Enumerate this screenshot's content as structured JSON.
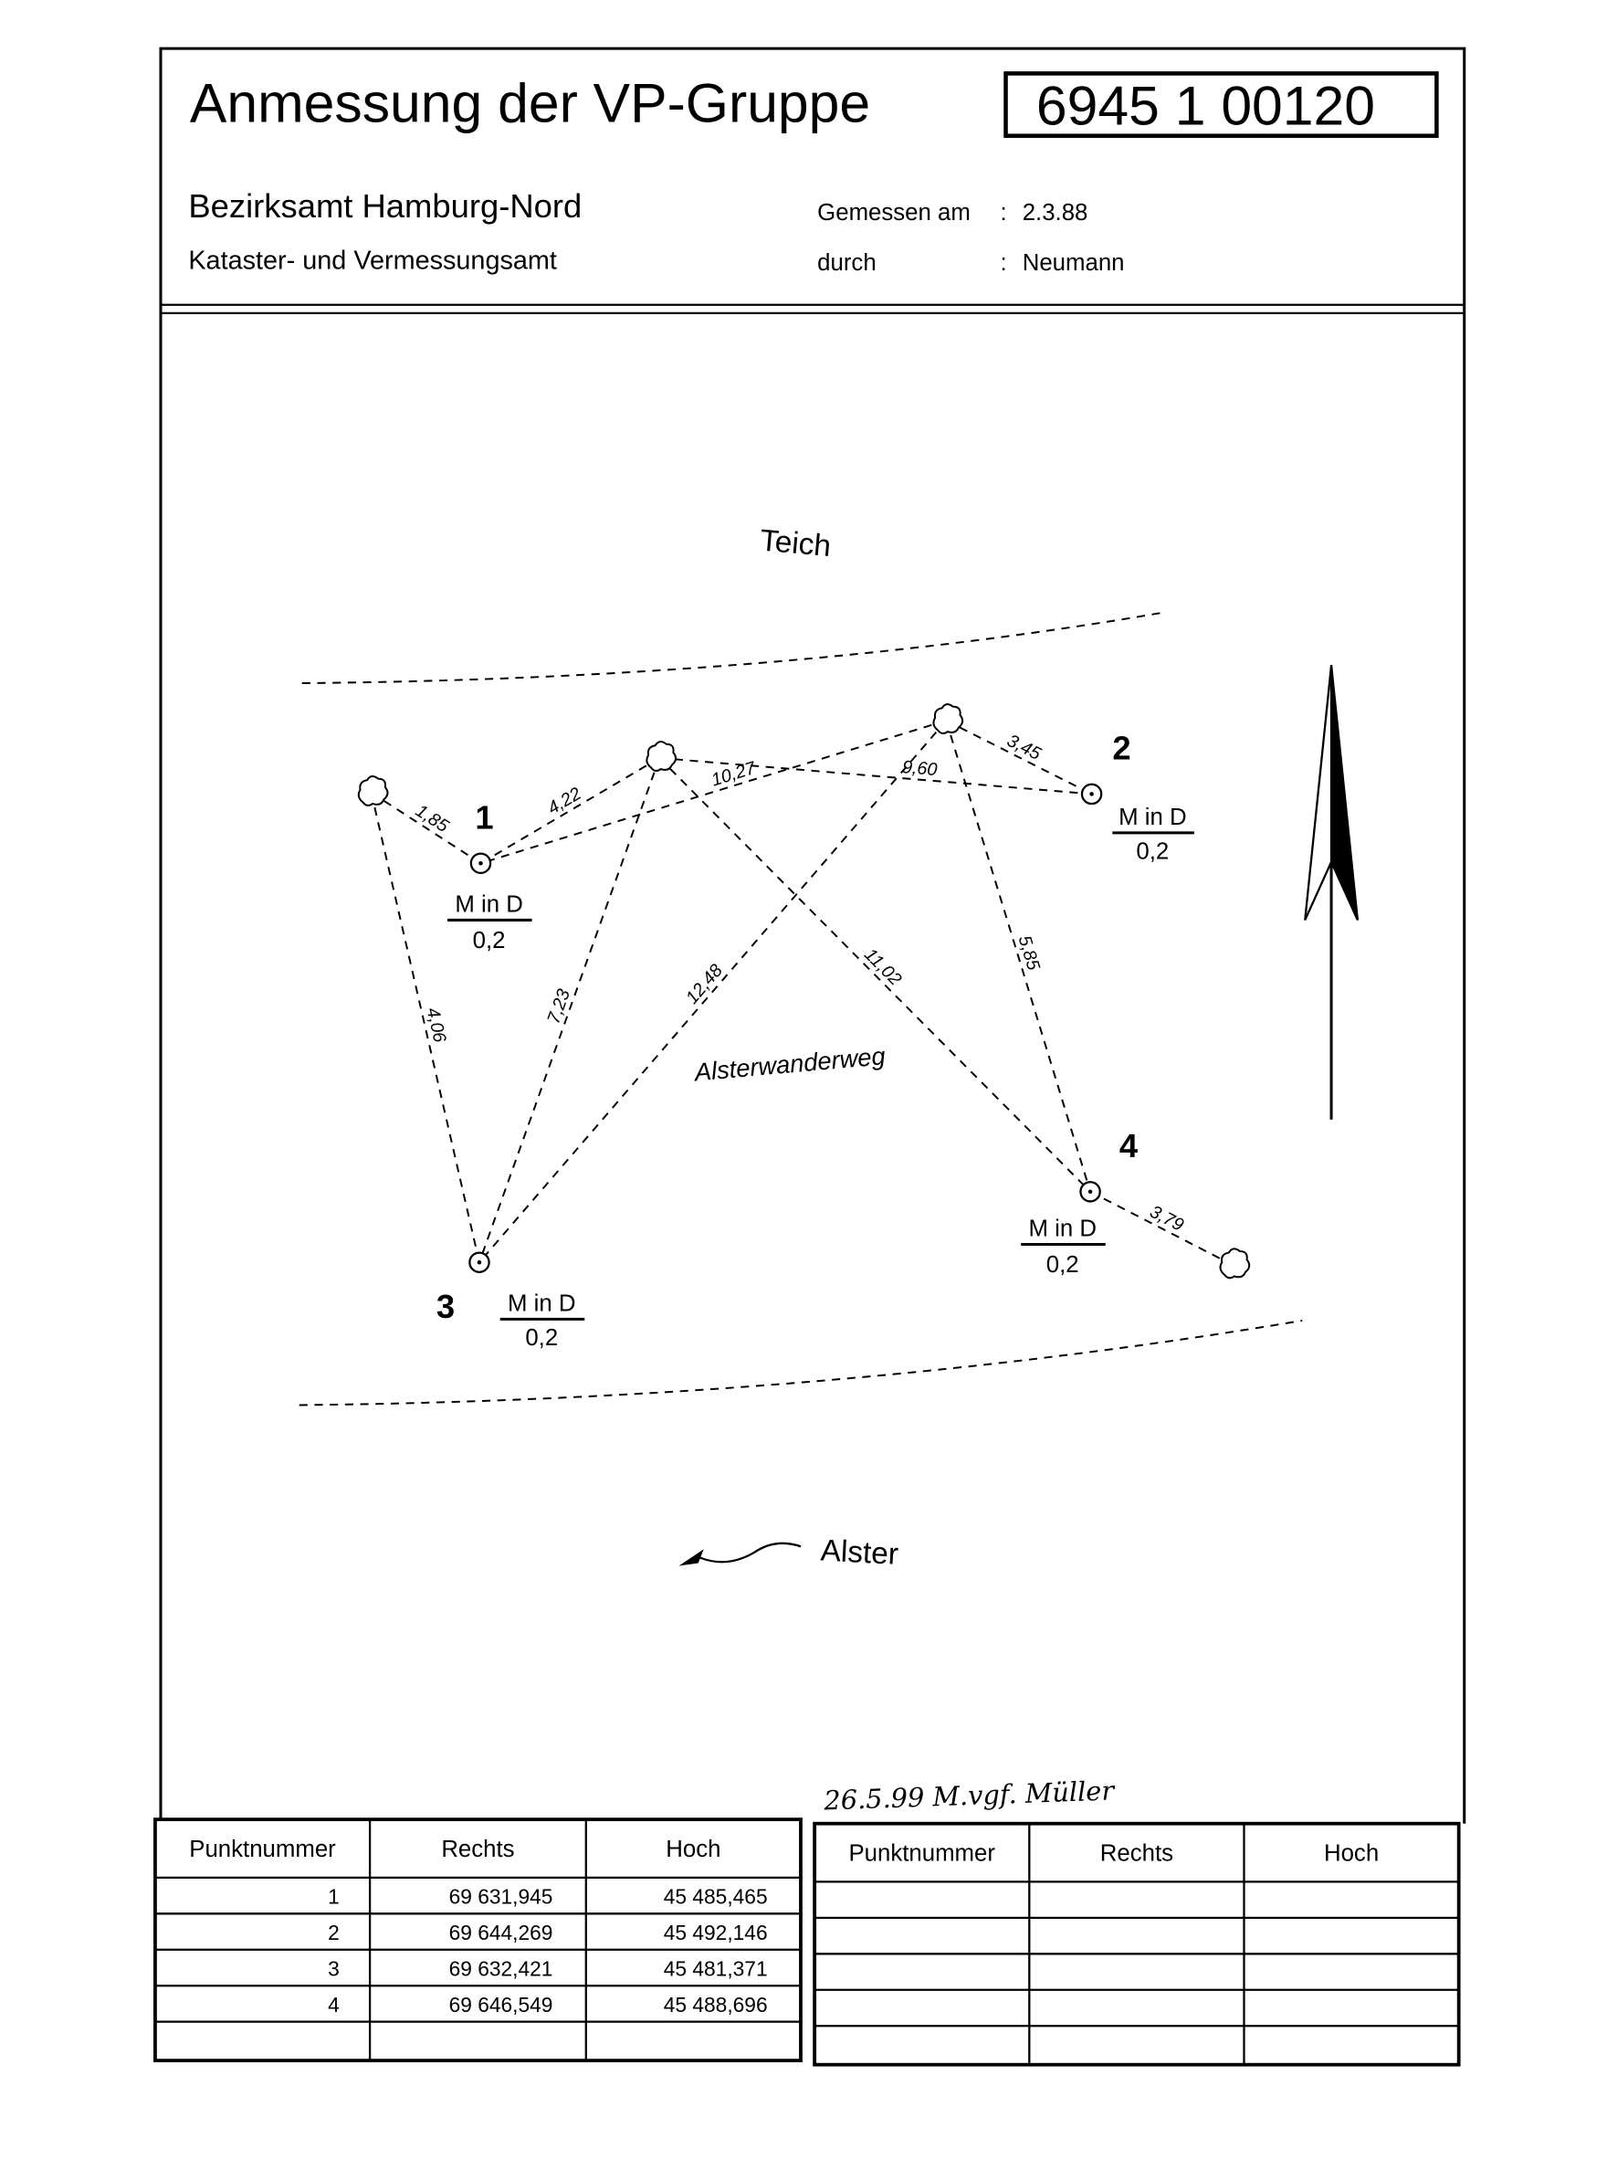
{
  "header": {
    "title": "Anmessung der VP-Gruppe",
    "group_number": "6945 1 00120",
    "authority": "Bezirksamt Hamburg-Nord",
    "office": "Kataster- und Vermessungsamt",
    "measured_on_label": "Gemessen am",
    "measured_on_value": "2.3.88",
    "by_label": "durch",
    "by_value": "Neumann",
    "colon": ":"
  },
  "map": {
    "pond_label": "Teich",
    "path_label": "Alsterwanderweg",
    "river_label": "Alster",
    "points": [
      {
        "number": "1",
        "marker": "M in D",
        "value": "0,2"
      },
      {
        "number": "2",
        "marker": "M in D",
        "value": "0,2"
      },
      {
        "number": "3",
        "marker": "M in D",
        "value": "0,2"
      },
      {
        "number": "4",
        "marker": "M in D",
        "value": "0,2"
      }
    ],
    "distances": [
      "1,85",
      "4,06",
      "4,22",
      "10,27",
      "9,60",
      "3,45",
      "7,23",
      "12,48",
      "11,02",
      "5,85",
      "3,79"
    ]
  },
  "annotation": "26.5.99 M.vgf. Müller",
  "tables": {
    "headers": [
      "Punktnummer",
      "Rechts",
      "Hoch"
    ],
    "rows": [
      [
        "1",
        "69 631,945",
        "45 485,465"
      ],
      [
        "2",
        "69 644,269",
        "45 492,146"
      ],
      [
        "3",
        "69 632,421",
        "45 481,371"
      ],
      [
        "4",
        "69 646,549",
        "45 488,696"
      ]
    ]
  }
}
